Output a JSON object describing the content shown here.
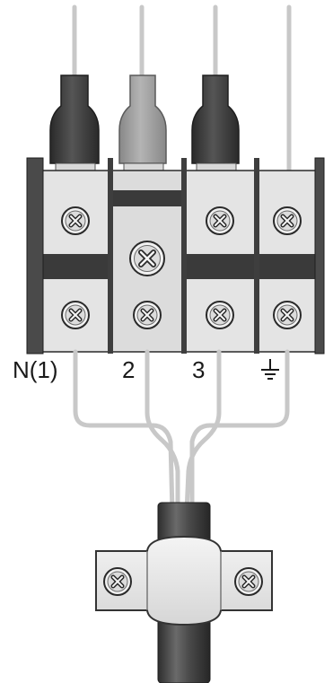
{
  "terminals": [
    {
      "label": "N(1)"
    },
    {
      "label": "2"
    },
    {
      "label": "3"
    },
    {
      "label": "",
      "symbol": "ground-icon"
    }
  ],
  "colors": {
    "block_light": "#e2e2e2",
    "block_mid": "#cfcfcf",
    "divider": "#3a3a3a",
    "wall": "#4a4a4a",
    "insulator_dark": "#3c3c3c",
    "insulator_gray": "#9a9a9a",
    "wire": "#c8c8c8",
    "cable": "#444444",
    "clamp": "#e9e9e9"
  }
}
